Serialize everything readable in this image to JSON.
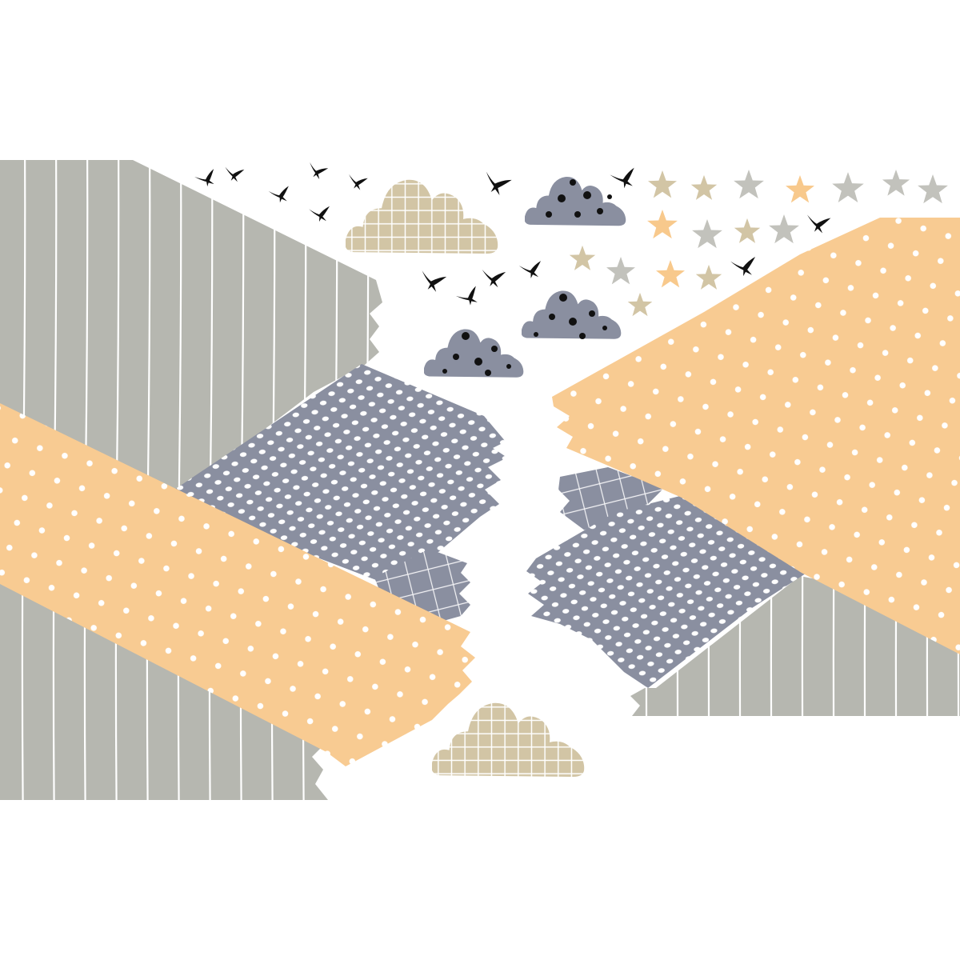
{
  "palette": {
    "background": "#ffffff",
    "grey": "#b6b7b0",
    "orange": "#f8cb92",
    "slate": "#8a8fa0",
    "tan": "#d2c5a5",
    "bird": "#111111",
    "dots": "#ffffff",
    "star_colors": [
      "#d2c5a5",
      "#c2c2bc",
      "#f8c98c"
    ]
  },
  "elements": {
    "panels": [
      "grey-striped-panel",
      "orange-dotted-panel",
      "slate-dotted-panel",
      "slate-plaid-panel"
    ],
    "clouds": [
      "tan-grid-cloud",
      "slate-dotted-cloud"
    ],
    "icons": [
      "star-icon",
      "swallow-bird-icon"
    ]
  }
}
